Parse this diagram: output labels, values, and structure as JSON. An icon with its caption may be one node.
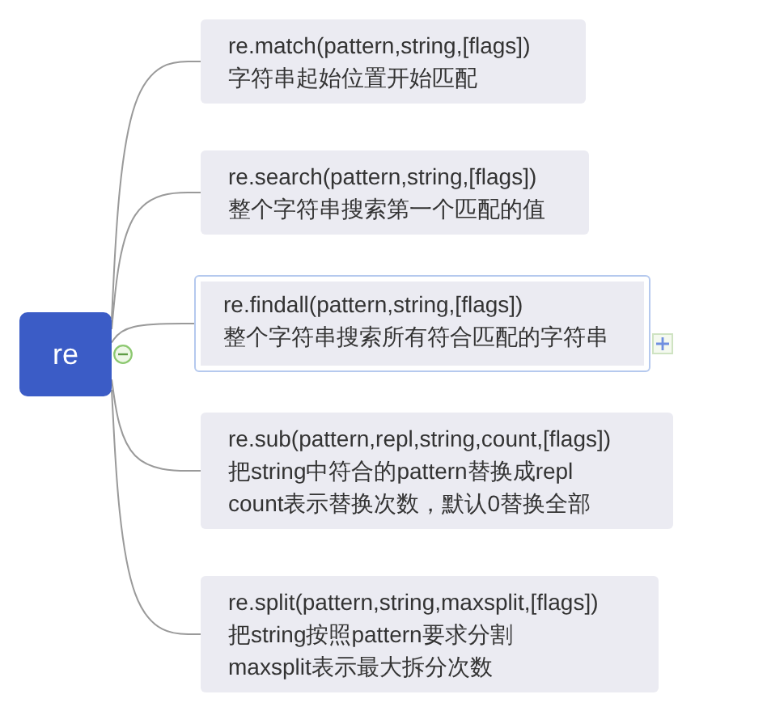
{
  "diagram": {
    "nodes": [
      {
        "text": [
          "re"
        ]
      },
      {
        "text": [
          "re.match(pattern,string,[flags])",
          "字符串起始位置开始匹配"
        ]
      },
      {
        "text": [
          "re.search(pattern,string,[flags])",
          "整个字符串搜索第一个匹配的值"
        ]
      },
      {
        "text": [
          "re.findall(pattern,string,[flags])",
          "整个字符串搜索所有符合匹配的字符串"
        ]
      },
      {
        "text": [
          "re.sub(pattern,repl,string,count,[flags])",
          "把string中符合的pattern替换成repl",
          "count表示替换次数，默认0替换全部"
        ]
      },
      {
        "text": [
          "re.split(pattern,string,maxsplit,[flags])",
          "把string按照pattern要求分割",
          "maxsplit表示最大拆分次数"
        ]
      }
    ],
    "edges": [
      {
        "from": 0,
        "to": 1,
        "arrow": "none"
      },
      {
        "from": 0,
        "to": 2,
        "arrow": "none"
      },
      {
        "from": 0,
        "to": 3,
        "arrow": "none"
      },
      {
        "from": 0,
        "to": 4,
        "arrow": "none"
      },
      {
        "from": 0,
        "to": 5,
        "arrow": "none"
      }
    ]
  }
}
